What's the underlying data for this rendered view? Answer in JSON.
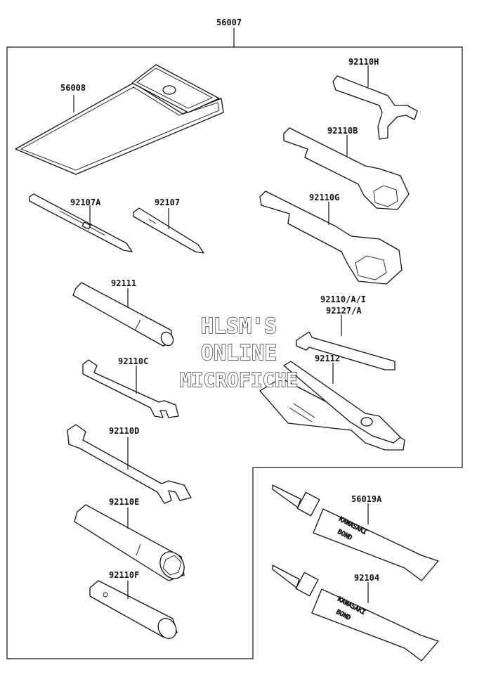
{
  "assembly_label": "56007",
  "parts": [
    {
      "id": "56008",
      "desc": "tool-bag"
    },
    {
      "id": "92107A",
      "desc": "screwdriver-dual"
    },
    {
      "id": "92107",
      "desc": "screwdriver-bit"
    },
    {
      "id": "92111",
      "desc": "screwdriver-handle"
    },
    {
      "id": "92110C",
      "desc": "open-end-wrench-small"
    },
    {
      "id": "92110D",
      "desc": "open-end-wrench-large"
    },
    {
      "id": "92110E",
      "desc": "socket-wrench"
    },
    {
      "id": "92110F",
      "desc": "spark-plug-wrench"
    },
    {
      "id": "92110H",
      "desc": "hook-wrench"
    },
    {
      "id": "92110B",
      "desc": "box-wrench"
    },
    {
      "id": "92110G",
      "desc": "box-wrench-large"
    },
    {
      "id": "92110/A/I",
      "desc": "hex-key"
    },
    {
      "id": "92127/A",
      "desc": "hex-key"
    },
    {
      "id": "92112",
      "desc": "pliers"
    },
    {
      "id": "56019A",
      "desc": "bond-tube"
    },
    {
      "id": "92104",
      "desc": "bond-tube"
    }
  ],
  "tube_print": [
    "KAWASAKI",
    "BOND"
  ],
  "watermark": [
    "HLSM'S",
    "ONLINE",
    "MICROFICHE"
  ]
}
